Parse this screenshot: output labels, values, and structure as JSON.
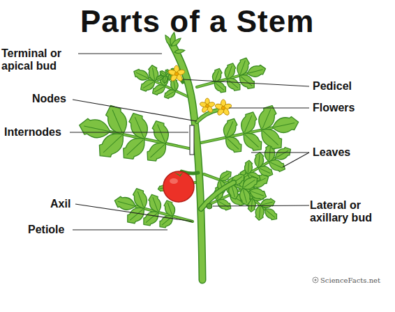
{
  "diagram": {
    "title": "Parts of a Stem",
    "labels": [
      "Terminal or apical bud",
      "Nodes",
      "Internodes",
      "Axil",
      "Petiole",
      "Pedicel",
      "Flowers",
      "Leaves",
      "Lateral or axillary bud",
      "ScienceFacts.net"
    ]
  }
}
